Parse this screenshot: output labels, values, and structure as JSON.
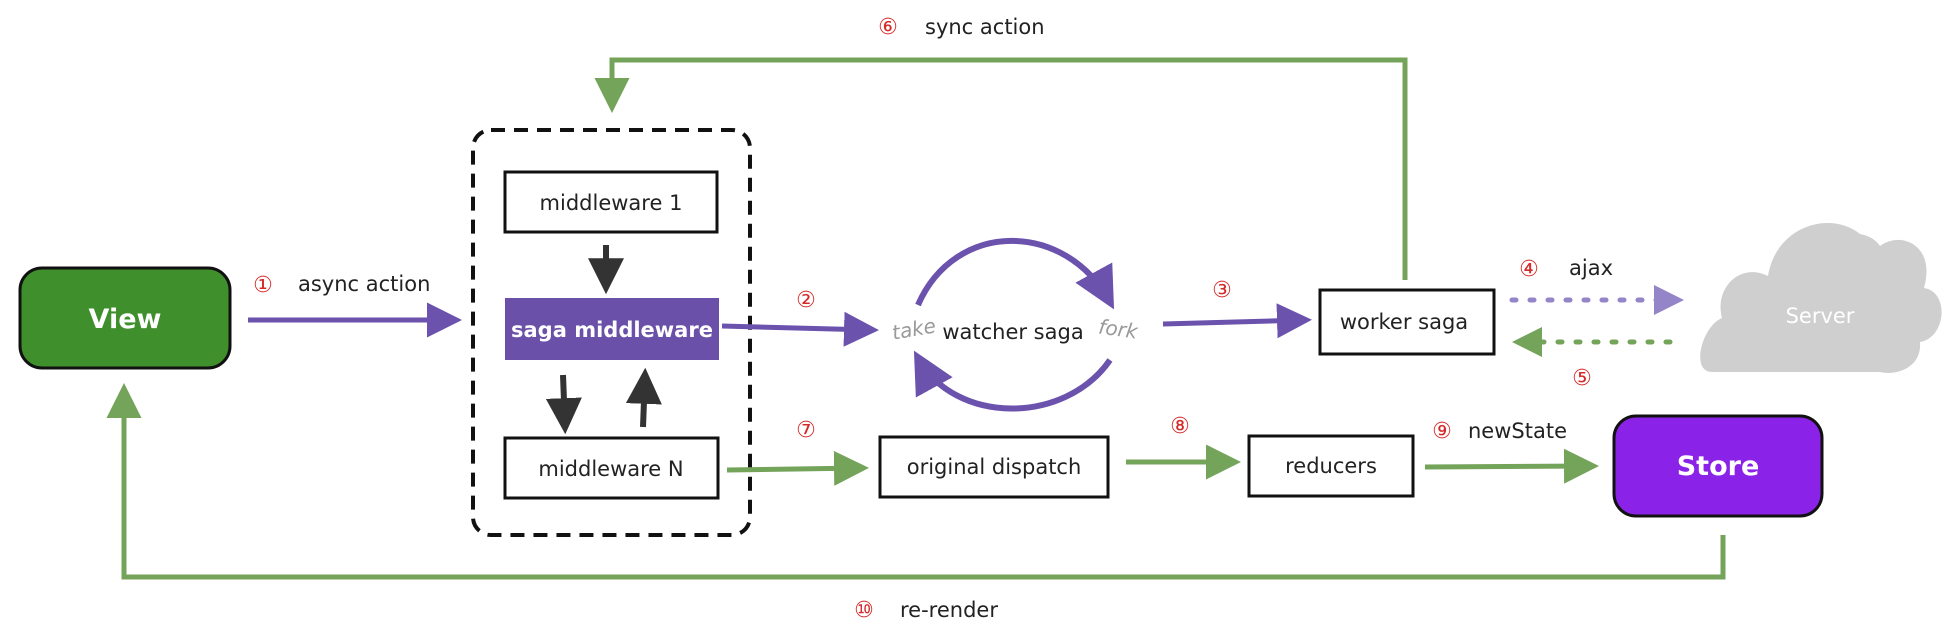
{
  "nodes": {
    "view": "View",
    "store": "Store",
    "server": "Server",
    "middleware_1": "middleware 1",
    "saga_middleware": "saga middleware",
    "middleware_n": "middleware N",
    "watcher_saga": "watcher saga",
    "worker_saga": "worker saga",
    "original_dispatch": "original dispatch",
    "reducers": "reducers"
  },
  "loop_labels": {
    "take": "take",
    "fork": "fork"
  },
  "steps": [
    {
      "num": "①",
      "label": "async action"
    },
    {
      "num": "②",
      "label": ""
    },
    {
      "num": "③",
      "label": ""
    },
    {
      "num": "④",
      "label": "ajax"
    },
    {
      "num": "⑤",
      "label": ""
    },
    {
      "num": "⑥",
      "label": "sync action"
    },
    {
      "num": "⑦",
      "label": ""
    },
    {
      "num": "⑧",
      "label": ""
    },
    {
      "num": "⑨",
      "label": "newState"
    },
    {
      "num": "⑩",
      "label": "re-render"
    }
  ],
  "colors": {
    "view_fill": "#3f8f2c",
    "store_fill": "#8a22e8",
    "saga_fill": "#6a50a8",
    "purple_arrow": "#6b52ad",
    "green_arrow": "#74a35a",
    "ajax_arrow": "#9485c9",
    "server_cloud": "#cfcfcf",
    "step_number": "#d42a2a"
  }
}
